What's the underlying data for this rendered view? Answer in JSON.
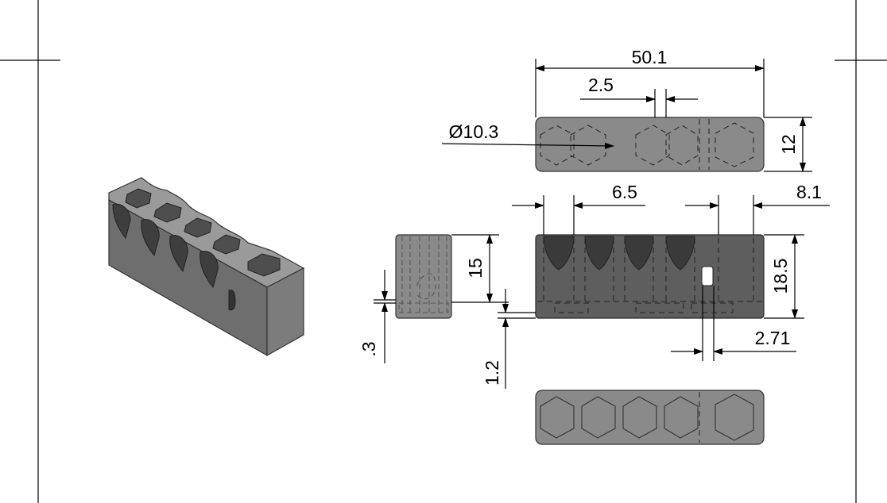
{
  "dimensions": {
    "overall_length": "50.1",
    "wall_gap": "2.5",
    "hole_diameter": "Ø10.3",
    "depth": "12",
    "pitch": "6.5",
    "end_offset": "8.1",
    "side_height": "15",
    "thin_wall": ".3",
    "base_thickness": "1.2",
    "front_height": "18.5",
    "slot_width": "2.71"
  },
  "colors": {
    "body_light": "#8a8a8a",
    "body_dark": "#5e5e5e",
    "line": "#000000",
    "background": "#ffffff"
  },
  "views": [
    "isometric-view",
    "top-view",
    "side-view",
    "front-view",
    "bottom-view"
  ]
}
